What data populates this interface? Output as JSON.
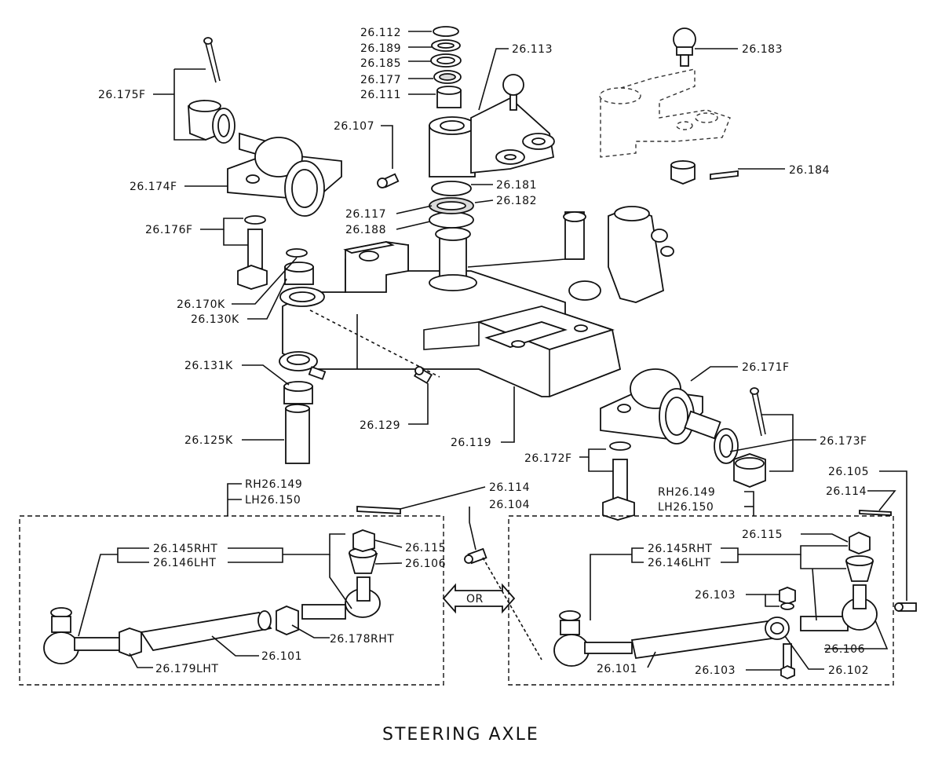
{
  "title": "STEERING AXLE",
  "or_label": "OR",
  "labels": {
    "p26_112": "26.112",
    "p26_189": "26.189",
    "p26_185": "26.185",
    "p26_177": "26.177",
    "p26_111": "26.111",
    "p26_113": "26.113",
    "p26_107": "26.107",
    "p26_181": "26.181",
    "p26_182": "26.182",
    "p26_117": "26.117",
    "p26_188": "26.188",
    "p26_183": "26.183",
    "p26_184": "26.184",
    "p26_175F": "26.175F",
    "p26_174F": "26.174F",
    "p26_176F": "26.176F",
    "p26_170K": "26.170K",
    "p26_130K": "26.130K",
    "p26_131K": "26.131K",
    "p26_125K": "26.125K",
    "p26_129": "26.129",
    "p26_119": "26.119",
    "p26_171F": "26.171F",
    "p26_173F": "26.173F",
    "p26_172F": "26.172F",
    "p26_105": "26.105",
    "p26_114_right": "26.114",
    "p26_114_center": "26.114",
    "p26_104": "26.104",
    "rh149_left": "RH26.149",
    "lh150_left": "LH26.150",
    "rh149_right": "RH26.149",
    "lh150_right": "LH26.150",
    "p26_145RHT_left": "26.145RHT",
    "p26_146LHT_left": "26.146LHT",
    "p26_115_left": "26.115",
    "p26_106_left": "26.106",
    "p26_178RHT": "26.178RHT",
    "p26_101_left": "26.101",
    "p26_179LHT": "26.179LHT",
    "p26_115_right": "26.115",
    "p26_145RHT_right": "26.145RHT",
    "p26_146LHT_right": "26.146LHT",
    "p26_103_top": "26.103",
    "p26_106_right": "26.106",
    "p26_101_right": "26.101",
    "p26_103_bottom": "26.103",
    "p26_102": "26.102"
  }
}
